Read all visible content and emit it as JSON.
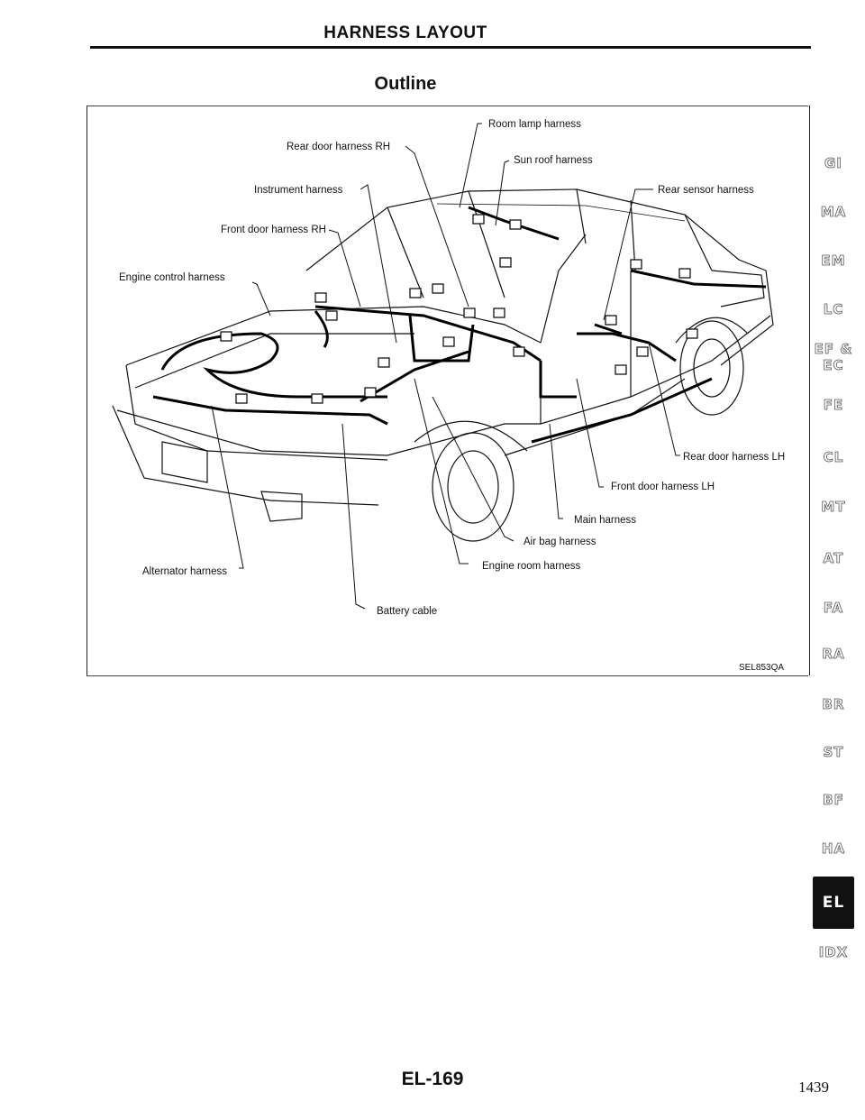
{
  "header": {
    "title": "HARNESS LAYOUT"
  },
  "section": {
    "title": "Outline"
  },
  "figure": {
    "id": "SEL853QA",
    "labels": {
      "room_lamp": "Room lamp harness",
      "rear_door_rh": "Rear door harness RH",
      "sun_roof": "Sun roof harness",
      "instrument": "Instrument harness",
      "rear_sensor": "Rear sensor harness",
      "front_door_rh": "Front door harness RH",
      "engine_control": "Engine control harness",
      "rear_door_lh": "Rear door harness LH",
      "front_door_lh": "Front door harness LH",
      "main": "Main harness",
      "air_bag": "Air bag harness",
      "alternator": "Alternator harness",
      "engine_room": "Engine room harness",
      "battery_cable": "Battery cable"
    }
  },
  "side_tabs": [
    "GI",
    "MA",
    "EM",
    "LC",
    "EF &",
    "EC",
    "FE",
    "CL",
    "MT",
    "AT",
    "FA",
    "RA",
    "BR",
    "ST",
    "BF",
    "HA",
    "EL",
    "IDX"
  ],
  "active_tab": "EL",
  "footer": {
    "page_label": "EL-169",
    "print_page": "1439"
  }
}
